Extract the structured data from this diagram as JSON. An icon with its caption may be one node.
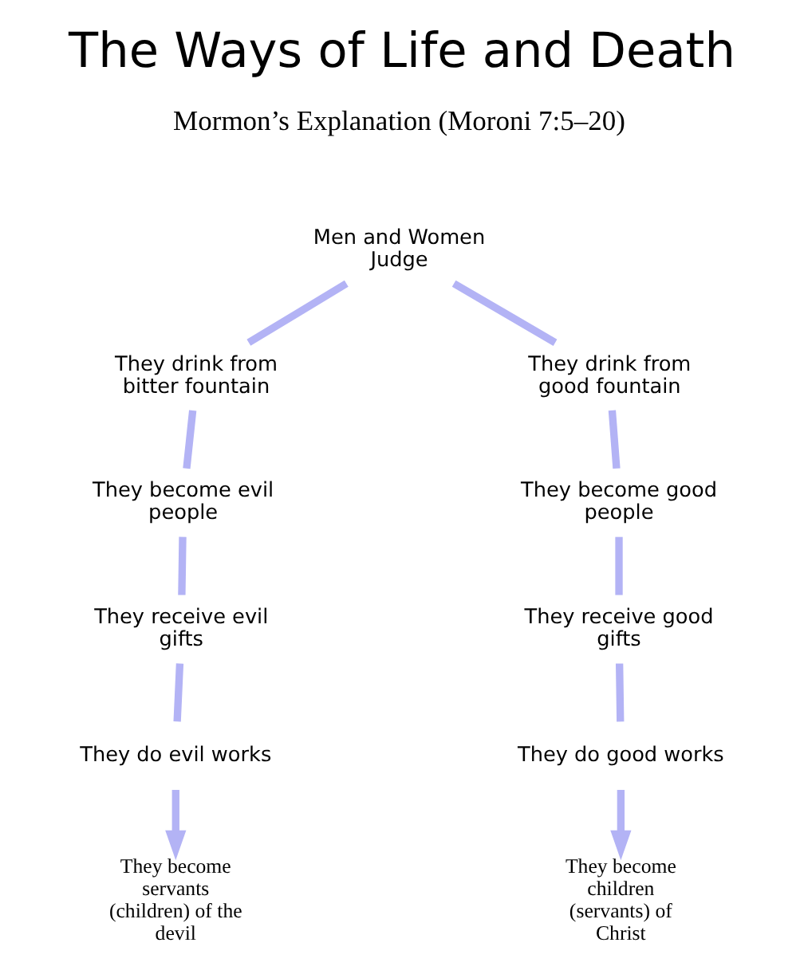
{
  "diagram": {
    "title": "The Ways of Life and Death",
    "nodes": [
      {
        "text": [
          "Men and Women Judge"
        ]
      },
      {
        "text": [
          "They drink from bitter fountain"
        ]
      },
      {
        "text": [
          "They become evil people"
        ]
      },
      {
        "text": [
          "They receive evil gifts"
        ]
      },
      {
        "text": [
          "They do evil works"
        ]
      },
      {
        "text": [
          "They become servants (children) of the devil"
        ]
      },
      {
        "text": [
          "They drink from good fountain"
        ]
      },
      {
        "text": [
          "They become good people"
        ]
      },
      {
        "text": [
          "They receive good gifts"
        ]
      },
      {
        "text": [
          "They do good works"
        ]
      },
      {
        "text": [
          "They become children (servants) of Christ"
        ]
      }
    ],
    "edges": [
      {
        "from": 0,
        "to": 1,
        "arrow": "none"
      },
      {
        "from": 0,
        "to": 6,
        "arrow": "none"
      },
      {
        "from": 1,
        "to": 2,
        "arrow": "none"
      },
      {
        "from": 2,
        "to": 3,
        "arrow": "none"
      },
      {
        "from": 3,
        "to": 4,
        "arrow": "none"
      },
      {
        "from": 4,
        "to": 5,
        "arrow": "to"
      },
      {
        "from": 6,
        "to": 7,
        "arrow": "none"
      },
      {
        "from": 7,
        "to": 8,
        "arrow": "none"
      },
      {
        "from": 8,
        "to": 9,
        "arrow": "none"
      },
      {
        "from": 9,
        "to": 10,
        "arrow": "to"
      }
    ],
    "labels": [
      "Mormon’s Explanation (Moroni 7:5–20)"
    ]
  }
}
